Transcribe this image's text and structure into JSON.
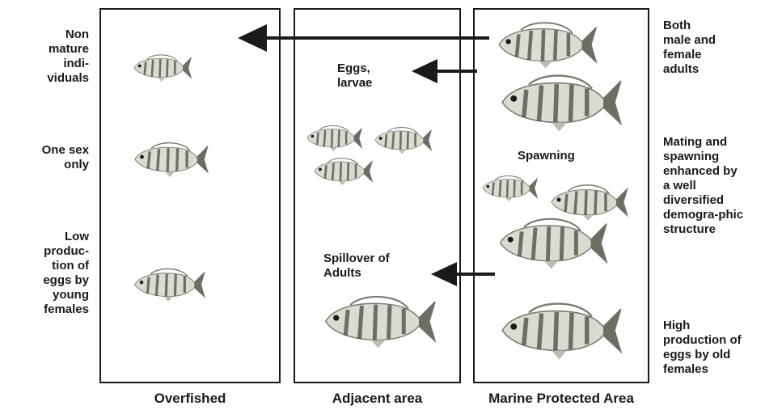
{
  "panels": {
    "overfished": "Overfished",
    "adjacent": "Adjacent area",
    "mpa": "Marine Protected Area"
  },
  "left_labels": {
    "non_mature": "Non\nmature\nindi-\nviduals",
    "one_sex": "One sex\nonly",
    "low_production": "Low\nproduc-\ntion of\neggs by\nyoung\nfemales"
  },
  "right_labels": {
    "both_sexes": "Both\nmale and\nfemale\nadults",
    "mating": "Mating and\nspawning\nenhanced by\na well\ndiversified\ndemogra-phic\nstructure",
    "high_production": "High\nproduction of\neggs by old\nfemales"
  },
  "inner_labels": {
    "eggs": "Eggs,\nlarvae",
    "spillover": "Spillover of\nAdults",
    "spawning": "Spawning"
  },
  "colors": {
    "outline": "#1a1a1a",
    "fish_body": "#dcdbd2",
    "fish_stripes": "#4a4a44",
    "fish_tail": "#6d6d66"
  }
}
